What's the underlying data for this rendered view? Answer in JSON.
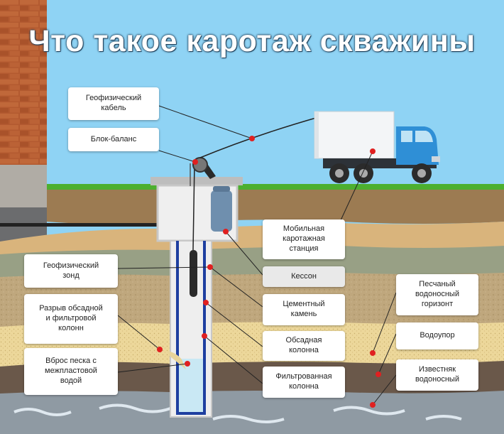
{
  "title": "Что такое каротаж скважины",
  "labels": {
    "cable": "Геофизический\nкабель",
    "block": "Блок-баланс",
    "station": "Мобильная\nкаротажная\nстанция",
    "caisson": "Кессон",
    "probe": "Геофизический\nзонд",
    "cement": "Цементный\nкамень",
    "rupture": "Разрыв обсадной\nи фильтровой\nколонн",
    "casing": "Обсадная\nколонна",
    "sand_inflow": "Вброс песка с\nмежпластовой\nводой",
    "filter": "Фильтрованная\nколонна",
    "sand_aquifer": "Песчаный\nводоносный\nгоризонт",
    "aquitard": "Водоупор",
    "limestone": "Известняк\nводоносный"
  },
  "colors": {
    "sky": "#8fd3f4",
    "grass": "#4caf2f",
    "brick": "#b0562f",
    "pointer": "#e02020",
    "truck_cab": "#2f8fd6",
    "casing_blue": "#1e3fa0"
  }
}
